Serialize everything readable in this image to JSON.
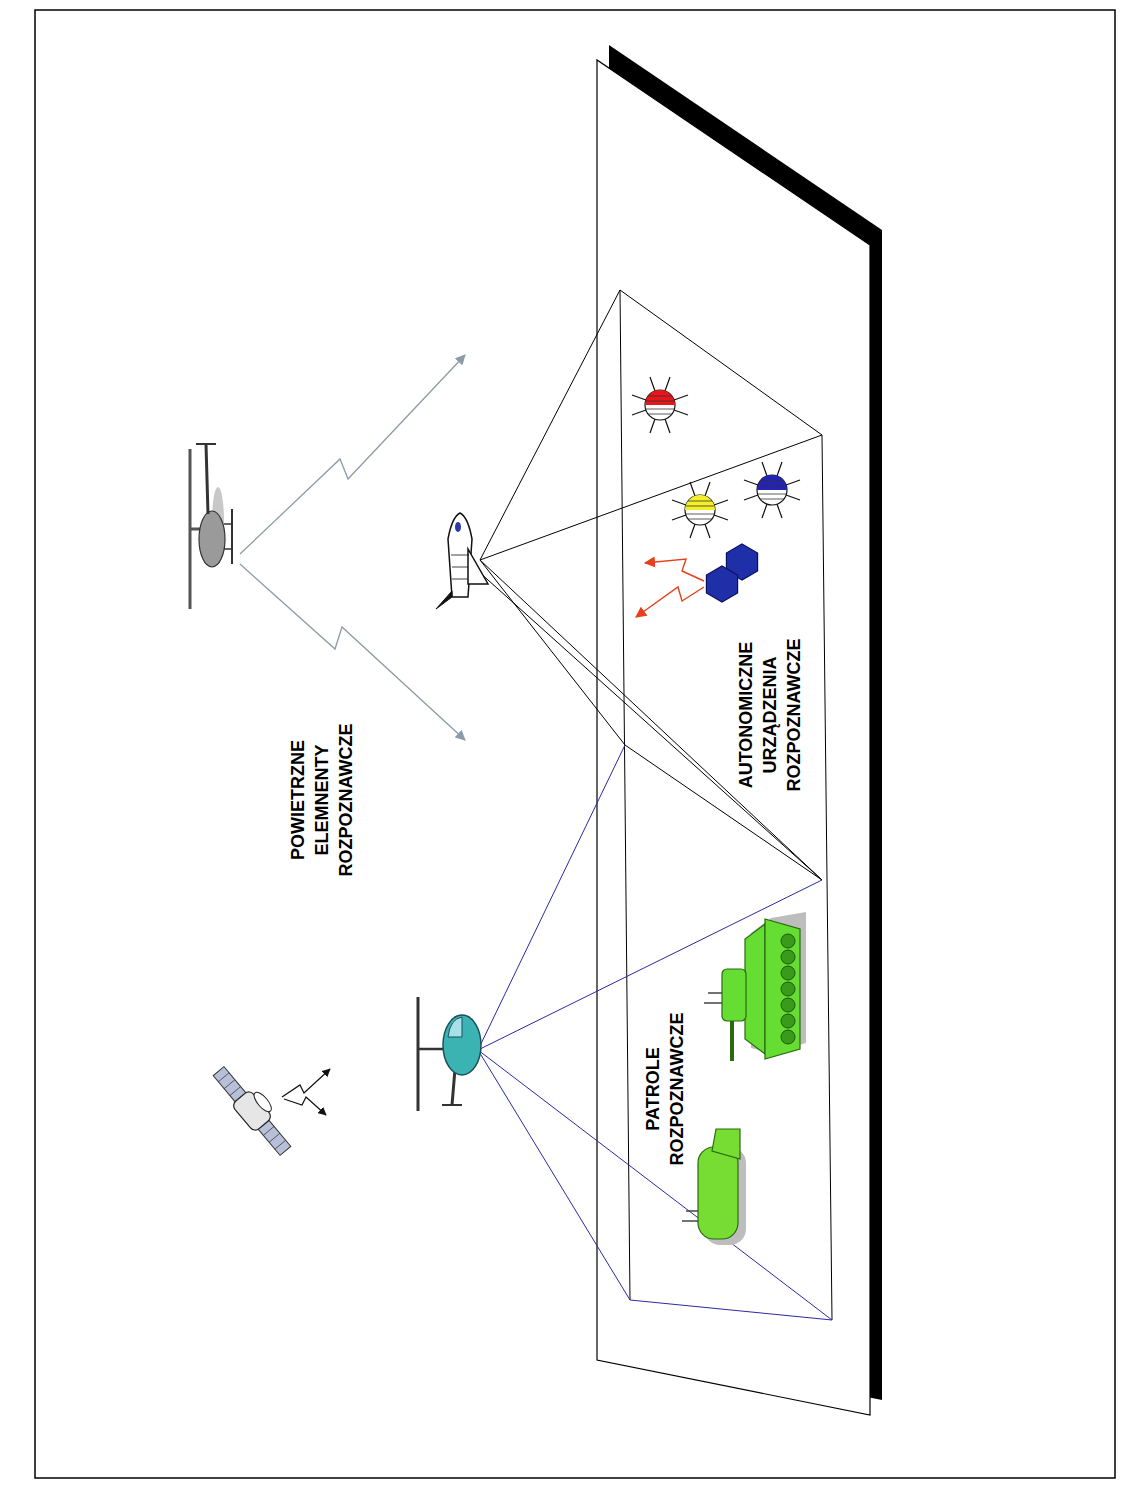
{
  "diagram": {
    "labels": [
      "POWIETRZNE ELEMNENTY ROZPOZNAWCZE",
      "AUTONOMICZNE URZĄDZENIA ROZPOZNAWCZE",
      "PATROLE ROZPOZNAWCZE"
    ]
  }
}
